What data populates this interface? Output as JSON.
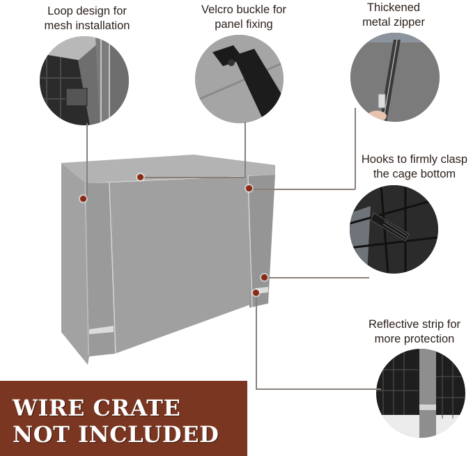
{
  "callouts": [
    {
      "id": "loop",
      "label_line1": "Loop design for",
      "label_line2": "mesh installation",
      "icon": "mesh-loop-closeup"
    },
    {
      "id": "velcro",
      "label_line1": "Velcro buckle for",
      "label_line2": "panel fixing",
      "icon": "velcro-strap-closeup"
    },
    {
      "id": "zipper",
      "label_line1": "Thickened",
      "label_line2": "metal zipper",
      "icon": "zipper-closeup"
    },
    {
      "id": "hooks",
      "label_line1": "Hooks to firmly clasp",
      "label_line2": "the cage bottom",
      "icon": "hook-closeup"
    },
    {
      "id": "reflective",
      "label_line1": "Reflective strip for",
      "label_line2": "more protection",
      "icon": "reflective-strip-closeup"
    }
  ],
  "banner": {
    "line1": "WIRE CRATE",
    "line2": "NOT INCLUDED",
    "color": "#7a3620"
  },
  "colors": {
    "cover_gray": "#9a9a9a",
    "leader_line": "#8a7f78",
    "dot": "#8b2a14"
  }
}
